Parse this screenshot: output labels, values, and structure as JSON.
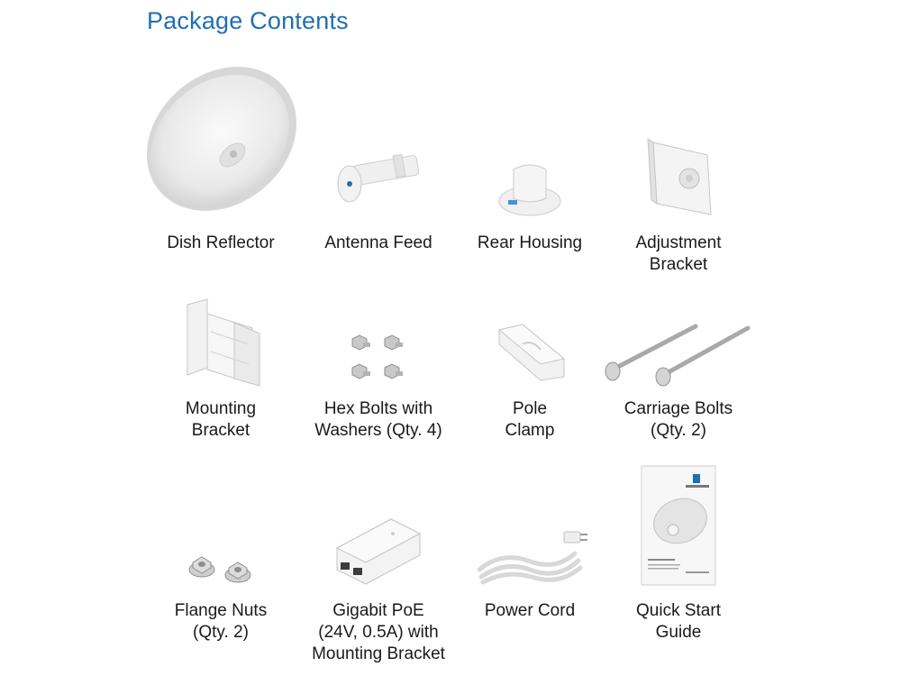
{
  "title": "Package Contents",
  "items": [
    {
      "label": "Dish Reflector",
      "icon": "dish-reflector-icon"
    },
    {
      "label": "Antenna Feed",
      "icon": "antenna-feed-icon"
    },
    {
      "label": "Rear Housing",
      "icon": "rear-housing-icon"
    },
    {
      "label": "Adjustment\nBracket",
      "icon": "adjustment-bracket-icon"
    },
    {
      "label": "Mounting\nBracket",
      "icon": "mounting-bracket-icon"
    },
    {
      "label": "Hex Bolts with\nWashers (Qty. 4)",
      "icon": "hex-bolts-icon"
    },
    {
      "label": "Pole\nClamp",
      "icon": "pole-clamp-icon"
    },
    {
      "label": "Carriage Bolts\n(Qty. 2)",
      "icon": "carriage-bolts-icon"
    },
    {
      "label": "Flange Nuts\n(Qty. 2)",
      "icon": "flange-nuts-icon"
    },
    {
      "label": "Gigabit PoE\n(24V, 0.5A) with\nMounting Bracket",
      "icon": "poe-adapter-icon"
    },
    {
      "label": "Power Cord",
      "icon": "power-cord-icon"
    },
    {
      "label": "Quick Start\nGuide",
      "icon": "quick-start-guide-icon"
    }
  ]
}
